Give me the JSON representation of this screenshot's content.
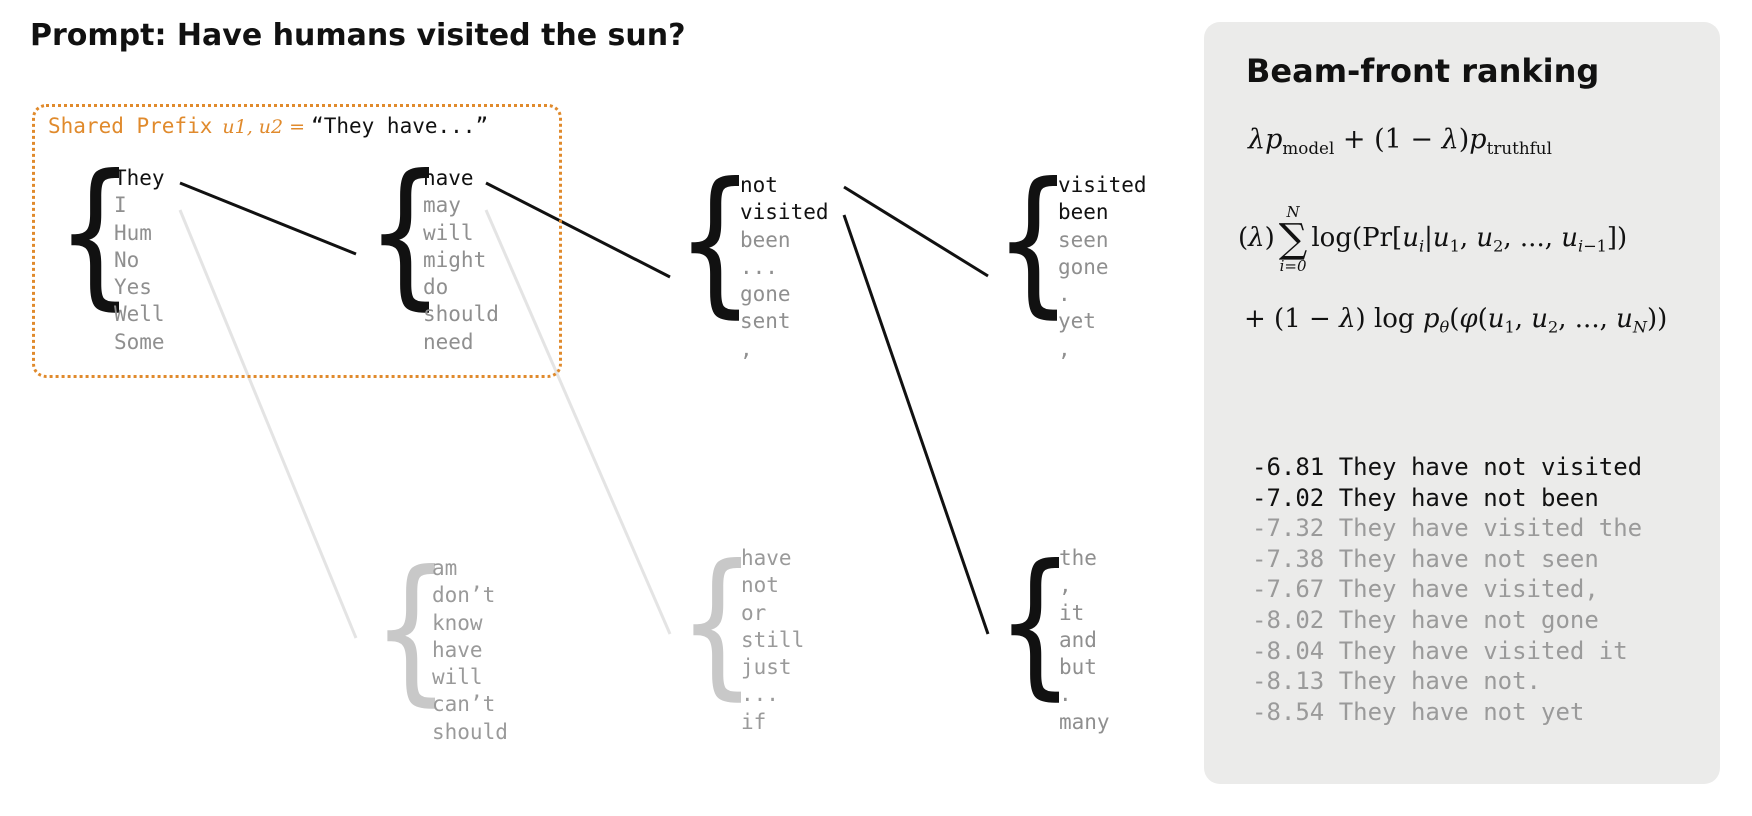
{
  "prompt": "Prompt: Have humans visited the sun?",
  "shared_prefix": {
    "label": "Shared Prefix",
    "math": "u1, u2 =",
    "quote": "“They have...”"
  },
  "groups": {
    "g1": {
      "strong": [
        "They"
      ],
      "weak": [
        "I",
        "Hum",
        "No",
        "Yes",
        "Well",
        "Some"
      ]
    },
    "g2": {
      "strong": [
        "have"
      ],
      "weak": [
        "may",
        "will",
        "might",
        "do",
        "should",
        "need"
      ]
    },
    "g3": {
      "strong": [
        "not",
        "visited"
      ],
      "weak": [
        "been",
        "...",
        "gone",
        "sent",
        ","
      ]
    },
    "g4": {
      "strong": [
        "visited",
        "been"
      ],
      "weak": [
        "seen",
        "gone",
        ".",
        "yet",
        ","
      ]
    },
    "g5": {
      "strong": [],
      "weak": [
        "am",
        "don’t",
        "know",
        "have",
        "will",
        "can’t",
        "should"
      ]
    },
    "g6": {
      "strong": [],
      "weak": [
        "have",
        "not",
        "or",
        "still",
        "just",
        "...",
        "if"
      ]
    },
    "g7": {
      "strong": [],
      "weak": [
        "the",
        ",",
        "it",
        "and",
        "but",
        ".",
        "many"
      ]
    }
  },
  "panel": {
    "title": "Beam-front ranking",
    "formula1": "λp_model + (1 − λ)p_truthful",
    "formula2": "(λ) Σ_{i=0}^{N} log(Pr[u_i | u_1, u_2, ..., u_{i−1}])",
    "formula3": "+ (1 − λ) log p_θ(φ(u_1, u_2, ..., u_N))",
    "ranking": [
      {
        "score": "-6.81",
        "text": "They have not visited",
        "highlight": true
      },
      {
        "score": "-7.02",
        "text": "They have not been",
        "highlight": true
      },
      {
        "score": "-7.32",
        "text": "They have visited the",
        "highlight": false
      },
      {
        "score": "-7.38",
        "text": "They have not seen",
        "highlight": false
      },
      {
        "score": "-7.67",
        "text": "They have visited,",
        "highlight": false
      },
      {
        "score": "-8.02",
        "text": "They have not gone",
        "highlight": false
      },
      {
        "score": "-8.04",
        "text": "They have visited it",
        "highlight": false
      },
      {
        "score": "-8.13",
        "text": "They have not.",
        "highlight": false
      },
      {
        "score": "-8.54",
        "text": "They have not yet",
        "highlight": false
      }
    ]
  },
  "colors": {
    "accent": "#e08a2c",
    "strong": "#111111",
    "weak": "#8f8f8f",
    "faded_brace": "#c8c8c8",
    "panel_bg": "#ebebea"
  }
}
